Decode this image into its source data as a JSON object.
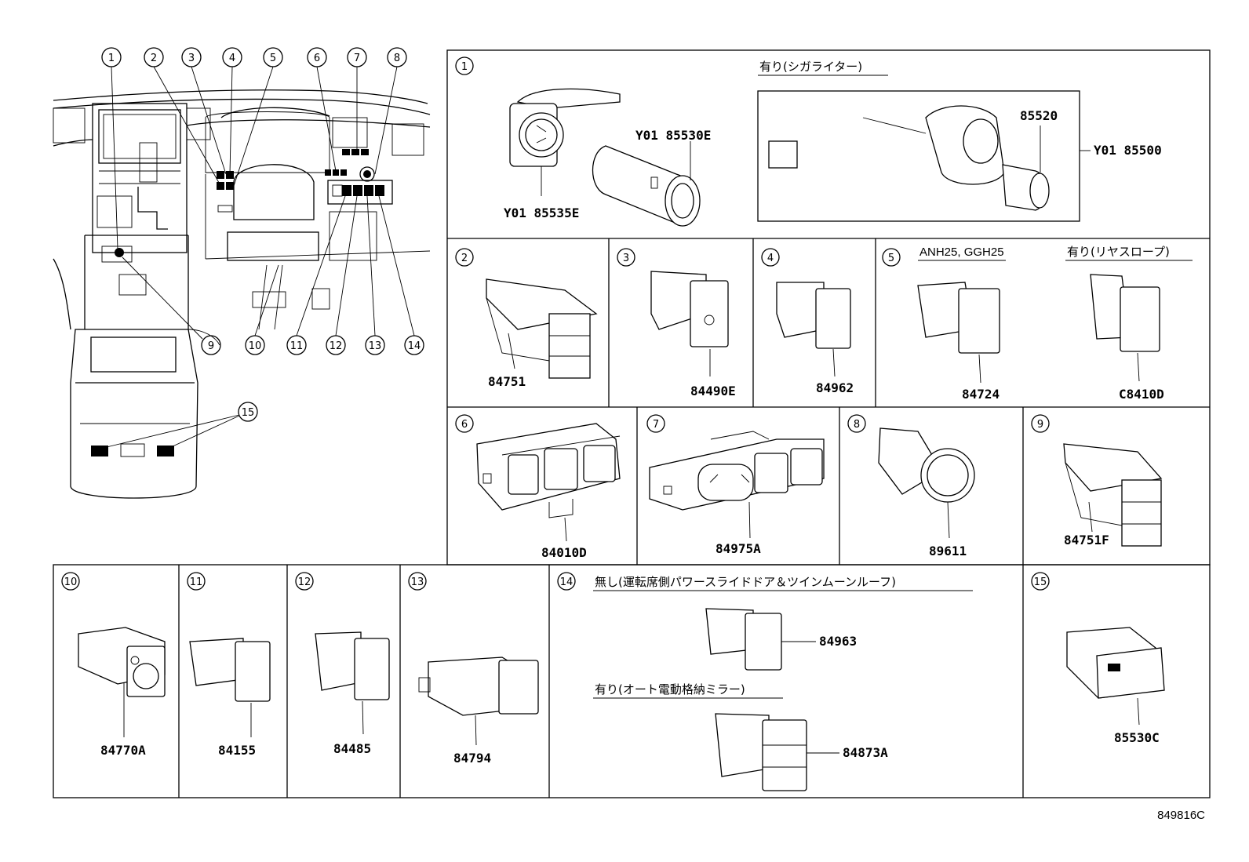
{
  "overview": {
    "top_callouts": [
      "1",
      "2",
      "3",
      "4",
      "5",
      "6",
      "7",
      "8"
    ],
    "bottom_callouts": [
      "9",
      "10",
      "11",
      "12",
      "13",
      "14"
    ],
    "console_callout": "15"
  },
  "panels": {
    "p1": {
      "num": "1",
      "caption": "有り(シガライター)",
      "parts": [
        "Y01 85530E",
        "Y01 85535E",
        "85520",
        "Y01 85500"
      ]
    },
    "p2": {
      "num": "2",
      "part": "84751"
    },
    "p3": {
      "num": "3",
      "part": "84490E"
    },
    "p4": {
      "num": "4",
      "part": "84962"
    },
    "p5": {
      "num": "5",
      "caption_left": "ANH25, GGH25",
      "caption_right": "有り(リヤスロープ)",
      "parts": [
        "84724",
        "C8410D"
      ]
    },
    "p6": {
      "num": "6",
      "part": "84010D"
    },
    "p7": {
      "num": "7",
      "part": "84975A"
    },
    "p8": {
      "num": "8",
      "part": "89611"
    },
    "p9": {
      "num": "9",
      "part": "84751F"
    },
    "p10": {
      "num": "10",
      "part": "84770A"
    },
    "p11": {
      "num": "11",
      "part": "84155"
    },
    "p12": {
      "num": "12",
      "part": "84485"
    },
    "p13": {
      "num": "13",
      "part": "84794"
    },
    "p14": {
      "num": "14",
      "caption_top": "無し(運転席側パワースライドドア＆ツインムーンルーフ)",
      "caption_mid": "有り(オート電動格納ミラー)",
      "parts": [
        "84963",
        "84873A"
      ]
    },
    "p15": {
      "num": "15",
      "part": "85530C"
    }
  },
  "figure_code": "849816C"
}
